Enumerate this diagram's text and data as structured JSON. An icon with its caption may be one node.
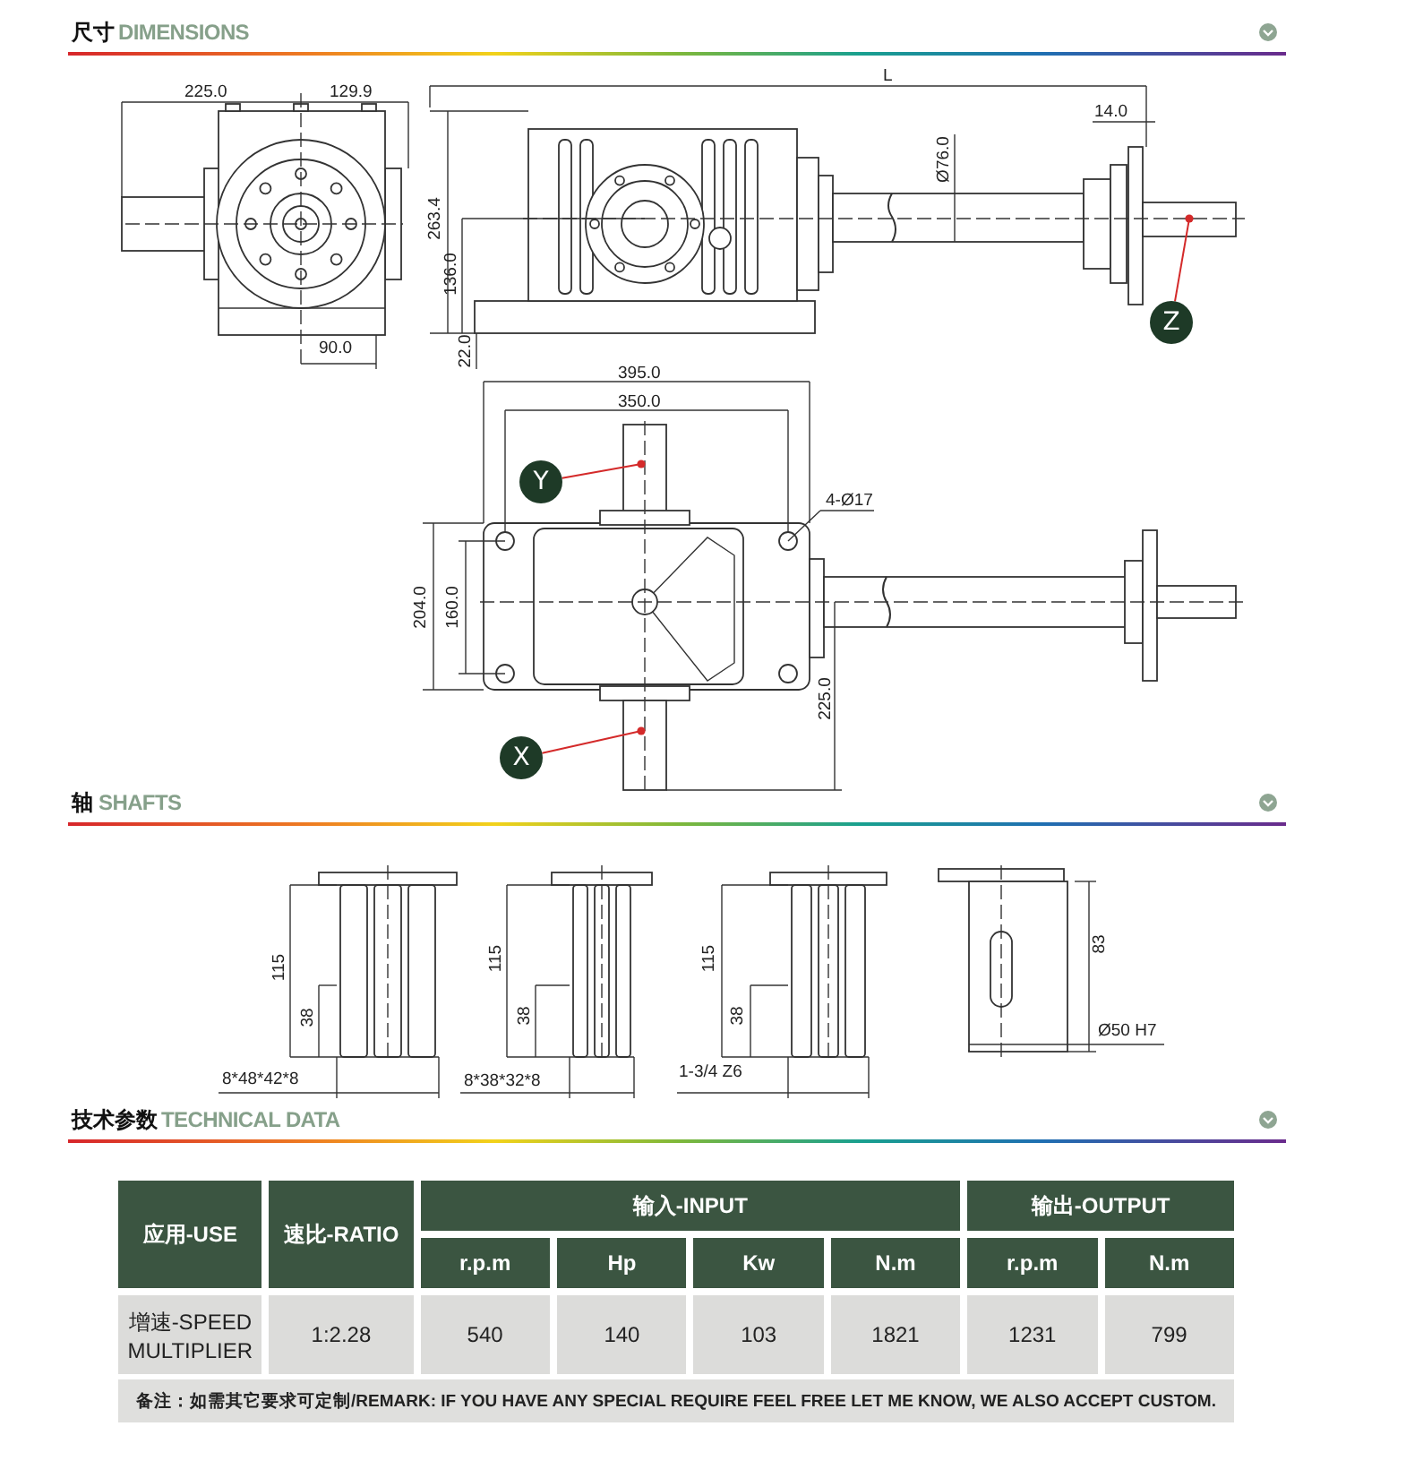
{
  "diagram": {
    "nodes": [
      {
        "text": [
          "Z"
        ]
      },
      {
        "text": [
          "Y"
        ]
      },
      {
        "text": [
          "X"
        ]
      }
    ],
    "edges": [
      {
        "from": 0,
        "to": null,
        "arrow": "other"
      },
      {
        "from": 1,
        "to": null,
        "arrow": "other"
      },
      {
        "from": 2,
        "to": null,
        "arrow": "other"
      }
    ],
    "labels": [
      "尺寸",
      "DIMENSIONS",
      "225.0",
      "129.9",
      "90.0",
      "263.4",
      "136.0",
      "22.0",
      "L",
      "14.0",
      "Ø76.0",
      "395.0",
      "350.0",
      "4-Ø17",
      "204.0",
      "160.0",
      "225.0",
      "轴",
      "SHAFTS",
      "115",
      "38",
      "8*48*42*8",
      "115",
      "38",
      "8*38*32*8",
      "115",
      "38",
      "1-3/4 Z6",
      "83",
      "Ø50 H7",
      "技术参数",
      "TECHNICAL DATA",
      "应用-USE",
      "速比-RATIO",
      "输入-INPUT",
      "输出-OUTPUT",
      "r.p.m",
      "Hp",
      "Kw",
      "N.m",
      "r.p.m",
      "N.m",
      "增速-SPEED MULTIPLIER",
      "1:2.28",
      "540",
      "140",
      "103",
      "1821",
      "1231",
      "799",
      "备注：如需其它要求可定制/REMARK: IF YOU HAVE ANY SPECIAL REQUIRE FEEL FREE LET ME KNOW, WE ALSO ACCEPT CUSTOM."
    ]
  }
}
